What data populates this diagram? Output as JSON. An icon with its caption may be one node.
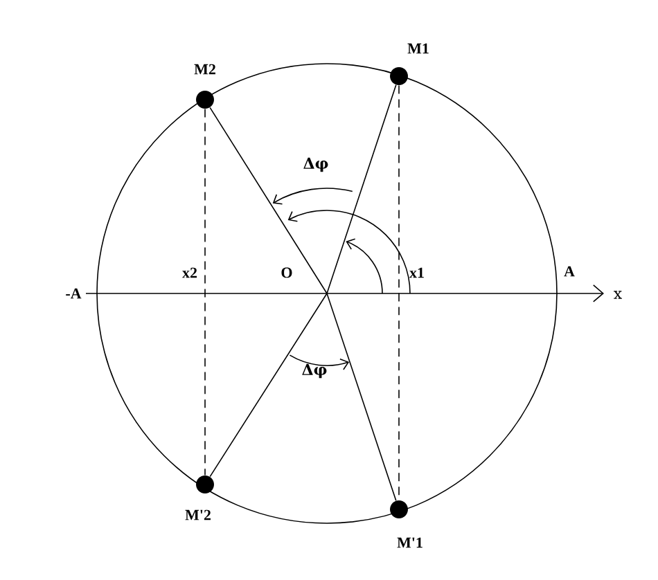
{
  "diagram": {
    "nodes": [
      {
        "text": [
          "O"
        ]
      },
      {
        "text": [],
        "shape": "circle",
        "beside": [
          "M2"
        ]
      },
      {
        "text": [],
        "shape": "circle",
        "beside": [
          "M1"
        ]
      },
      {
        "text": [],
        "shape": "circle",
        "beside": [
          "M'2"
        ]
      },
      {
        "text": [],
        "shape": "circle",
        "beside": [
          "M'1"
        ]
      }
    ],
    "edges": [
      {
        "from": 0,
        "to": 1,
        "arrow": "none"
      },
      {
        "from": 0,
        "to": 2,
        "arrow": "none"
      },
      {
        "from": 0,
        "to": 3,
        "arrow": "none"
      },
      {
        "from": 0,
        "to": 4,
        "arrow": "none"
      },
      {
        "from": 1,
        "to": 3,
        "arrow": "none",
        "style": "dashed"
      },
      {
        "from": 2,
        "to": 4,
        "arrow": "none",
        "style": "dashed"
      }
    ],
    "labels": [
      "Δφ",
      "-A",
      "x2",
      "x1",
      "A",
      "x",
      "Δφ"
    ]
  }
}
